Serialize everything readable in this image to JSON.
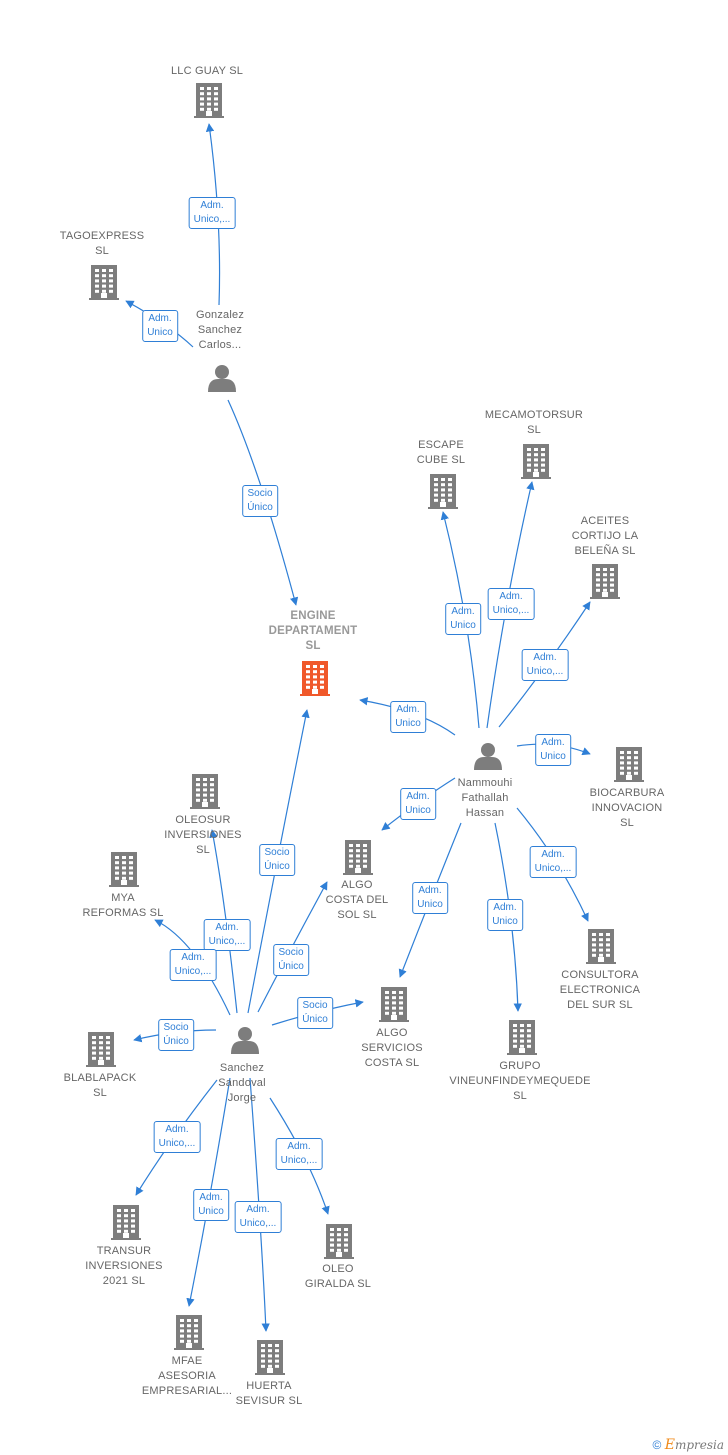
{
  "nodes": [
    {
      "id": "engine",
      "type": "company",
      "main": true,
      "label": "ENGINE\nDEPARTAMENT\nSL"
    },
    {
      "id": "llc-guay",
      "type": "company",
      "label": "LLC GUAY  SL"
    },
    {
      "id": "tagoexpress",
      "type": "company",
      "label": "TAGOEXPRESS\nSL"
    },
    {
      "id": "gonzalez",
      "type": "person",
      "label": "Gonzalez\nSanchez\nCarlos..."
    },
    {
      "id": "mecamotorsur",
      "type": "company",
      "label": "MECAMOTORSUR\nSL"
    },
    {
      "id": "escape-cube",
      "type": "company",
      "label": "ESCAPE\nCUBE  SL"
    },
    {
      "id": "aceites",
      "type": "company",
      "label": "ACEITES\nCORTIJO LA\nBELEÑA  SL"
    },
    {
      "id": "nammouhi",
      "type": "person",
      "label": "Nammouhi\nFathallah\nHassan"
    },
    {
      "id": "biocarbura",
      "type": "company",
      "label": "BIOCARBURA\nINNOVACION\nSL"
    },
    {
      "id": "consultora",
      "type": "company",
      "label": "CONSULTORA\nELECTRONICA\nDEL SUR  SL"
    },
    {
      "id": "grupo",
      "type": "company",
      "label": "GRUPO\nVINEUNFINDEYMEQUEDE\nSL"
    },
    {
      "id": "algo-servicios",
      "type": "company",
      "label": "ALGO\nSERVICIOS\nCOSTA  SL"
    },
    {
      "id": "algo-costa",
      "type": "company",
      "label": "ALGO\nCOSTA DEL\nSOL  SL"
    },
    {
      "id": "oleosur",
      "type": "company",
      "label": "OLEOSUR\nINVERSIONES\nSL"
    },
    {
      "id": "mya",
      "type": "company",
      "label": "MYA\nREFORMAS  SL"
    },
    {
      "id": "sanchez",
      "type": "person",
      "label": "Sanchez\nSandoval\nJorge"
    },
    {
      "id": "blablapack",
      "type": "company",
      "label": "BLABLAPACK\nSL"
    },
    {
      "id": "transur",
      "type": "company",
      "label": "TRANSUR\nINVERSIONES\n2021  SL"
    },
    {
      "id": "mfae",
      "type": "company",
      "label": "MFAE\nASESORIA\nEMPRESARIAL..."
    },
    {
      "id": "huerta",
      "type": "company",
      "label": "HUERTA\nSEVISUR  SL"
    },
    {
      "id": "oleo-giralda",
      "type": "company",
      "label": "OLEO\nGIRALDA  SL"
    }
  ],
  "edges": [
    {
      "from": "gonzalez",
      "to": "llc-guay",
      "label": "Adm.\nUnico,..."
    },
    {
      "from": "gonzalez",
      "to": "tagoexpress",
      "label": "Adm.\nUnico"
    },
    {
      "from": "gonzalez",
      "to": "engine",
      "label": "Socio\nÚnico"
    },
    {
      "from": "nammouhi",
      "to": "escape-cube",
      "label": "Adm.\nUnico"
    },
    {
      "from": "nammouhi",
      "to": "mecamotorsur",
      "label": "Adm.\nUnico,..."
    },
    {
      "from": "nammouhi",
      "to": "aceites",
      "label": "Adm.\nUnico,..."
    },
    {
      "from": "nammouhi",
      "to": "engine",
      "label": "Adm.\nUnico"
    },
    {
      "from": "nammouhi",
      "to": "biocarbura",
      "label": "Adm.\nUnico"
    },
    {
      "from": "nammouhi",
      "to": "algo-costa",
      "label": "Adm.\nUnico"
    },
    {
      "from": "nammouhi",
      "to": "consultora",
      "label": "Adm.\nUnico,..."
    },
    {
      "from": "nammouhi",
      "to": "algo-servicios",
      "label": "Adm.\nUnico"
    },
    {
      "from": "nammouhi",
      "to": "grupo",
      "label": "Adm.\nUnico"
    },
    {
      "from": "sanchez",
      "to": "engine",
      "label": "Socio\nÚnico"
    },
    {
      "from": "sanchez",
      "to": "oleosur",
      "label": "Adm.\nUnico,..."
    },
    {
      "from": "sanchez",
      "to": "mya",
      "label": "Adm.\nUnico,..."
    },
    {
      "from": "sanchez",
      "to": "algo-costa",
      "label": "Socio\nÚnico"
    },
    {
      "from": "sanchez",
      "to": "algo-servicios",
      "label": "Socio\nÚnico"
    },
    {
      "from": "sanchez",
      "to": "blablapack",
      "label": "Socio\nÚnico"
    },
    {
      "from": "sanchez",
      "to": "transur",
      "label": "Adm.\nUnico,..."
    },
    {
      "from": "sanchez",
      "to": "mfae",
      "label": "Adm.\nUnico"
    },
    {
      "from": "sanchez",
      "to": "huerta",
      "label": "Adm.\nUnico,..."
    },
    {
      "from": "sanchez",
      "to": "oleo-giralda",
      "label": "Adm.\nUnico,..."
    }
  ],
  "colors": {
    "edge": "#2f7fd6",
    "company_icon": "#7d7d7d",
    "main_icon": "#f0582a",
    "person_icon": "#7d7d7d"
  },
  "footer": {
    "copyright": "©",
    "brand_e": "E",
    "brand_rest": "mpresia"
  }
}
